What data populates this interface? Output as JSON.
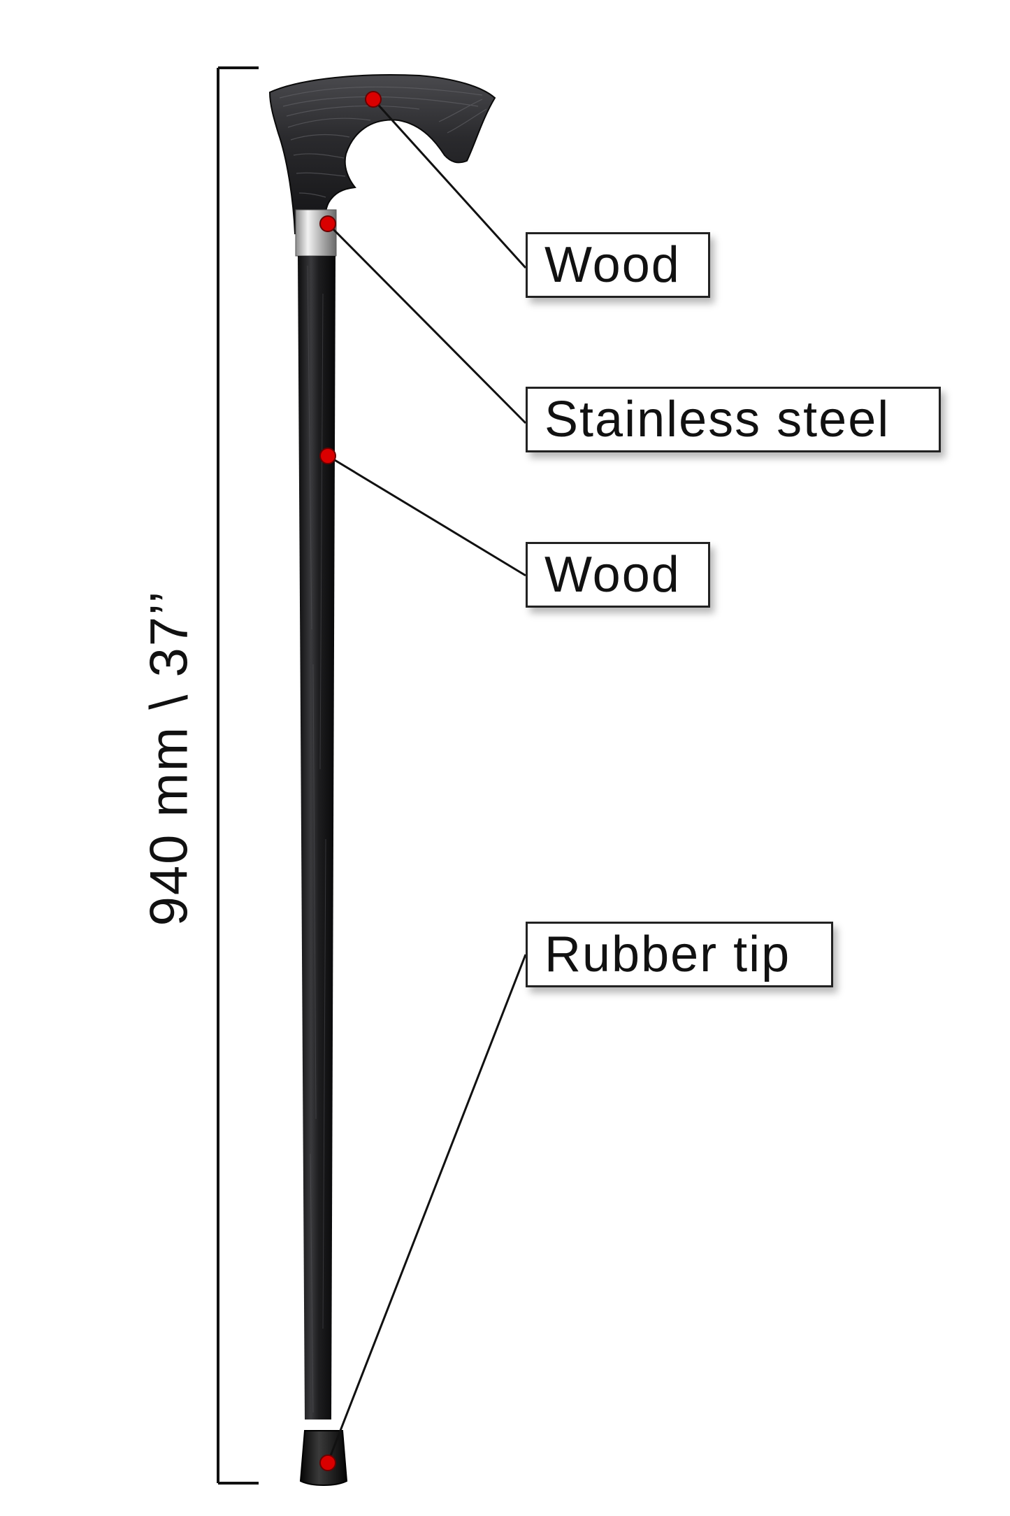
{
  "dimension": {
    "label": "940 mm \\ 37’’"
  },
  "callouts": [
    {
      "id": "handle",
      "label": "Wood"
    },
    {
      "id": "collar",
      "label": "Stainless steel"
    },
    {
      "id": "shaft",
      "label": "Wood"
    },
    {
      "id": "tip",
      "label": "Rubber tip"
    }
  ],
  "colors": {
    "marker": "#d90000",
    "cane_wood": "#1b1b1d",
    "steel": "#c9c9c9",
    "lines": "#111111"
  }
}
